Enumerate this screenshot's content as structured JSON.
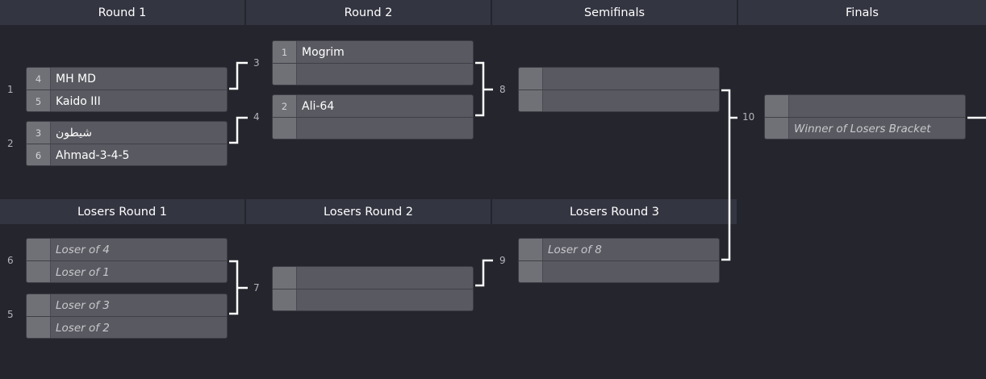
{
  "headers": {
    "round1": "Round 1",
    "round2": "Round 2",
    "semifinals": "Semifinals",
    "finals": "Finals",
    "losers_round1": "Losers Round 1",
    "losers_round2": "Losers Round 2",
    "losers_round3": "Losers Round 3"
  },
  "matches": {
    "m1": {
      "number": "1",
      "top": {
        "seed": "4",
        "name": "MH MD"
      },
      "bottom": {
        "seed": "5",
        "name": "Kaido III"
      }
    },
    "m2": {
      "number": "2",
      "top": {
        "seed": "3",
        "name": "شيطون"
      },
      "bottom": {
        "seed": "6",
        "name": "Ahmad-3-4-5"
      }
    },
    "m3": {
      "number": "3",
      "top": {
        "seed": "1",
        "name": "Mogrim"
      },
      "bottom": {
        "seed": "",
        "name": ""
      }
    },
    "m4": {
      "number": "4",
      "top": {
        "seed": "2",
        "name": "Ali-64"
      },
      "bottom": {
        "seed": "",
        "name": ""
      }
    },
    "m8": {
      "number": "8",
      "top": {
        "seed": "",
        "name": ""
      },
      "bottom": {
        "seed": "",
        "name": ""
      }
    },
    "m10": {
      "number": "10",
      "top": {
        "seed": "",
        "name": ""
      },
      "bottom": {
        "seed": "",
        "name": "Winner of Losers Bracket"
      }
    },
    "m6": {
      "number": "6",
      "top": {
        "seed": "",
        "name": "Loser of 4"
      },
      "bottom": {
        "seed": "",
        "name": "Loser of 1"
      }
    },
    "m5": {
      "number": "5",
      "top": {
        "seed": "",
        "name": "Loser of 3"
      },
      "bottom": {
        "seed": "",
        "name": "Loser of 2"
      }
    },
    "m7": {
      "number": "7",
      "top": {
        "seed": "",
        "name": ""
      },
      "bottom": {
        "seed": "",
        "name": ""
      }
    },
    "m9": {
      "number": "9",
      "top": {
        "seed": "",
        "name": "Loser of 8"
      },
      "bottom": {
        "seed": "",
        "name": ""
      }
    }
  },
  "colors": {
    "background": "#24252d",
    "header": "#333541",
    "match": "#595a61",
    "seed": "#707177",
    "connector": "#ffffff"
  }
}
